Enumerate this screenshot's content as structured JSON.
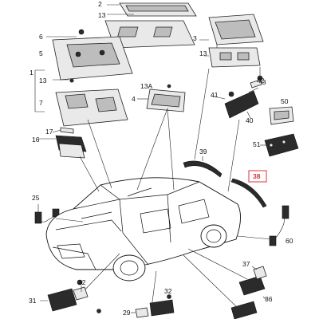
{
  "callouts": {
    "c1": "1",
    "c2": "2",
    "c3": "3",
    "c4": "4",
    "c5": "5",
    "c6": "6",
    "c7": "7",
    "c13a": "13",
    "c13b": "13",
    "c13c": "13",
    "c13d": "13A",
    "c16": "16",
    "c17": "17",
    "c25": "25",
    "c29": "29",
    "c31": "31",
    "c32a": "32",
    "c32b": "32",
    "c37": "37",
    "c36": "36",
    "c38": "38",
    "c39": "39",
    "c40": "40",
    "c41": "41",
    "c42": "42",
    "c43": "43",
    "c50": "50",
    "c51": "51",
    "c60": "60"
  },
  "highlight": {
    "color": "#e05561"
  }
}
